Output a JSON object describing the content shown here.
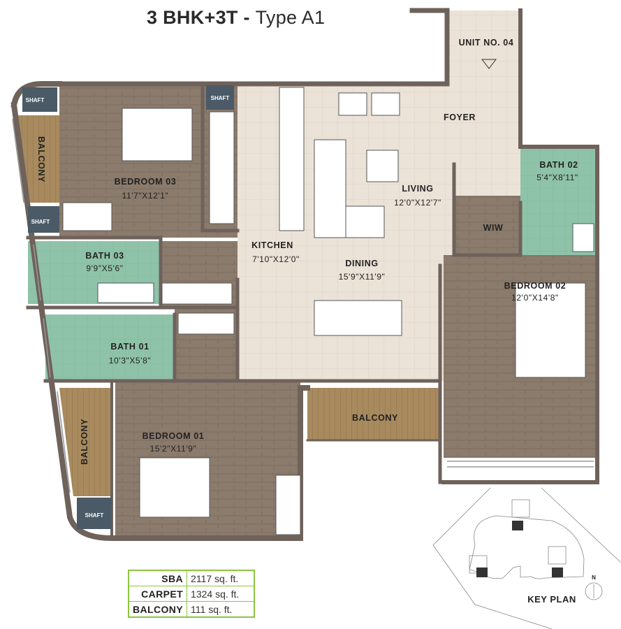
{
  "title": {
    "main": "3 BHK+3T",
    "sep": " - ",
    "type": "Type A1"
  },
  "rooms": {
    "unit": "UNIT NO. 04",
    "foyer": "FOYER",
    "living": {
      "name": "LIVING",
      "dim": "12'0\"X12'7\""
    },
    "bath02": {
      "name": "BATH 02",
      "dim": "5'4\"X8'11\""
    },
    "wiw": "WIW",
    "bedroom03": {
      "name": "BEDROOM 03",
      "dim": "11'7\"X12'1\""
    },
    "kitchen": {
      "name": "KITCHEN",
      "dim": "7'10\"X12'0\""
    },
    "dining": {
      "name": "DINING",
      "dim": "15'9\"X11'9\""
    },
    "bedroom02": {
      "name": "BEDROOM 02",
      "dim": "12'0\"X14'8\""
    },
    "bath03": {
      "name": "BATH 03",
      "dim": "9'9\"X5'6\""
    },
    "bath01": {
      "name": "BATH 01",
      "dim": "10'3\"X5'8\""
    },
    "bedroom01": {
      "name": "BEDROOM 01",
      "dim": "15'2\"X11'9\""
    },
    "balcony_center": "BALCONY",
    "balcony_top_left": "BALCONY",
    "balcony_bottom_left": "BALCONY",
    "shaft": "SHAFT"
  },
  "area_table": [
    {
      "label": "SBA",
      "value": "2117 sq. ft."
    },
    {
      "label": "CARPET",
      "value": "1324 sq. ft."
    },
    {
      "label": "BALCONY",
      "value": "111 sq. ft."
    }
  ],
  "key_plan": {
    "label": "KEY PLAN",
    "north": "N"
  },
  "colors": {
    "wall": "#6e625b",
    "wood": "#8b7b6c",
    "tile": "#ece3d8",
    "bath": "#8fc3a9",
    "balcony": "#a88a5e",
    "accent": "#8cc63f"
  }
}
